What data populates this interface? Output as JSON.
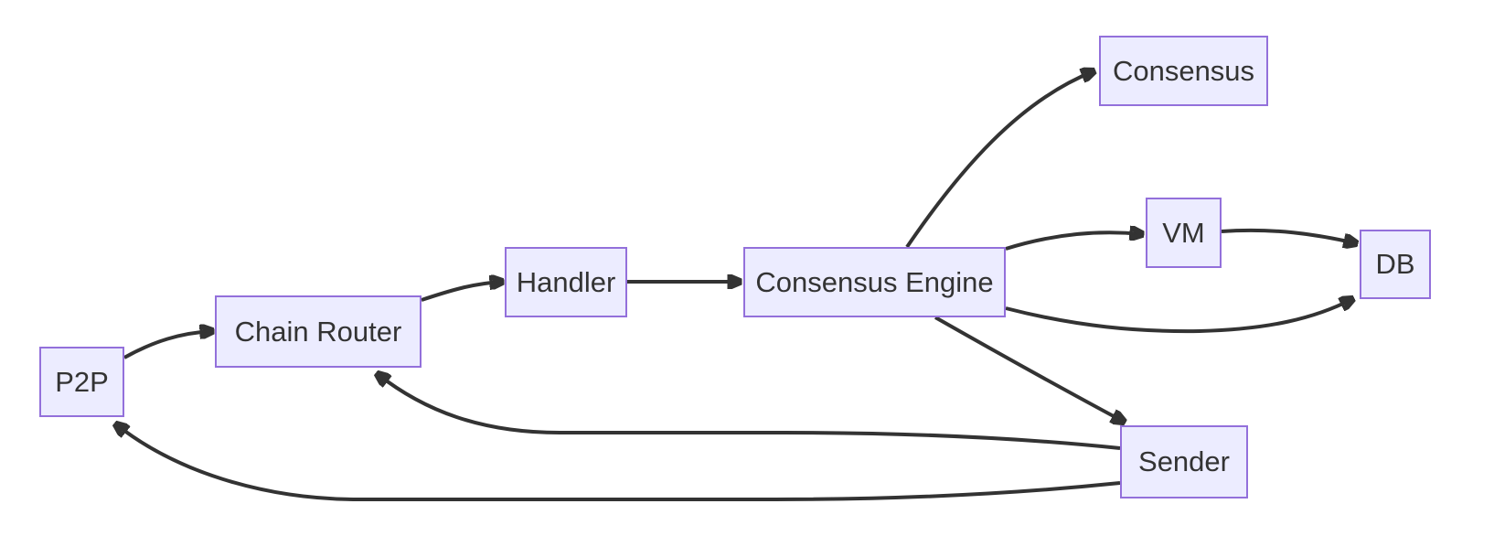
{
  "diagram": {
    "type": "flowchart",
    "direction": "left-to-right",
    "colors": {
      "background": "#ffffff",
      "node_fill": "#ECECFF",
      "node_border": "#9370DB",
      "edge": "#333333",
      "text": "#333333"
    },
    "nodes": [
      {
        "id": "p2p",
        "label": "P2P"
      },
      {
        "id": "chain-router",
        "label": "Chain Router"
      },
      {
        "id": "handler",
        "label": "Handler"
      },
      {
        "id": "consensus-engine",
        "label": "Consensus Engine"
      },
      {
        "id": "consensus",
        "label": "Consensus"
      },
      {
        "id": "vm",
        "label": "VM"
      },
      {
        "id": "db",
        "label": "DB"
      },
      {
        "id": "sender",
        "label": "Sender"
      }
    ],
    "edges": [
      {
        "from": "P2P",
        "to": "Chain Router"
      },
      {
        "from": "Chain Router",
        "to": "Handler"
      },
      {
        "from": "Handler",
        "to": "Consensus Engine"
      },
      {
        "from": "Consensus Engine",
        "to": "Consensus"
      },
      {
        "from": "Consensus Engine",
        "to": "VM"
      },
      {
        "from": "VM",
        "to": "DB"
      },
      {
        "from": "Consensus Engine",
        "to": "DB"
      },
      {
        "from": "Consensus Engine",
        "to": "Sender"
      },
      {
        "from": "Sender",
        "to": "Chain Router"
      },
      {
        "from": "Sender",
        "to": "P2P"
      }
    ]
  }
}
